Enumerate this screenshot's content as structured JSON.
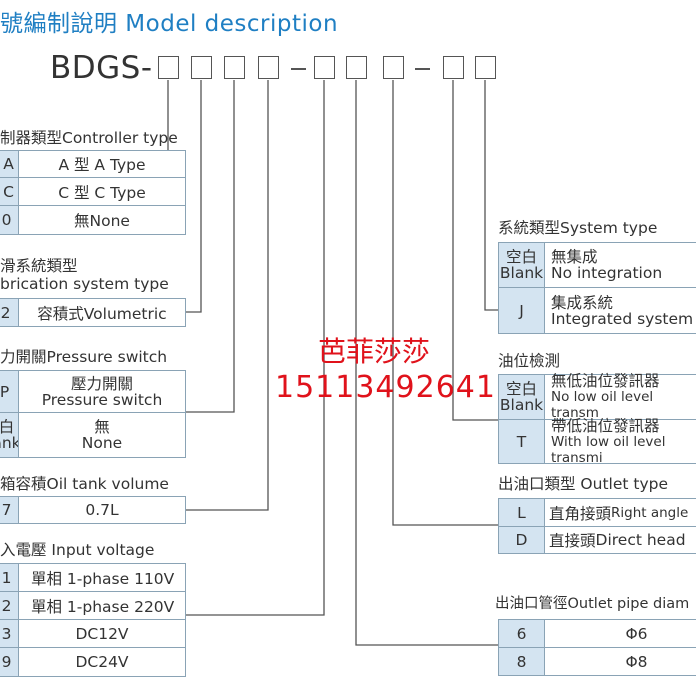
{
  "title": "號編制說明 Model description",
  "model_prefix": "BDGS-",
  "controller": {
    "label": "制器類型Controller type",
    "rows": [
      {
        "code": "A",
        "desc": "A 型 A Type"
      },
      {
        "code": "C",
        "desc": "C 型 C Type"
      },
      {
        "code": "0",
        "desc": "無None"
      }
    ]
  },
  "lubrication": {
    "label_cn": "滑系統類型",
    "label_en": "brication system type",
    "rows": [
      {
        "code": "2",
        "desc": "容積式Volumetric"
      }
    ]
  },
  "pressure": {
    "label": "力開關Pressure switch",
    "rows": [
      {
        "code": "P",
        "desc_cn": "壓力開關",
        "desc_en": "Pressure switch"
      },
      {
        "code_cn": "白",
        "code_en": "ank",
        "desc_cn": "無",
        "desc_en": "None"
      }
    ]
  },
  "tank": {
    "label": "箱容積Oil tank volume",
    "rows": [
      {
        "code": "7",
        "desc": "0.7L"
      }
    ]
  },
  "voltage": {
    "label": "入電壓 Input voltage",
    "rows": [
      {
        "code": "1",
        "desc": "單相 1-phase 110V"
      },
      {
        "code": "2",
        "desc": "單相 1-phase 220V"
      },
      {
        "code": "3",
        "desc": "DC12V"
      },
      {
        "code": "9",
        "desc": "DC24V"
      }
    ]
  },
  "system": {
    "label": "系統類型System type",
    "rows": [
      {
        "code_cn": "空白",
        "code_en": "Blank",
        "desc_cn": "無集成",
        "desc_en": "No integration"
      },
      {
        "code": "J",
        "desc_cn": "集成系統",
        "desc_en": "Integrated system"
      }
    ]
  },
  "oil_level": {
    "label": "油位檢測",
    "rows": [
      {
        "code_cn": "空白",
        "code_en": "Blank",
        "desc_cn": "無低油位發訊器",
        "desc_en": "No low oil level transm"
      },
      {
        "code": "T",
        "desc_cn": "帶低油位發訊器",
        "desc_en": "With low oil level transmi"
      }
    ]
  },
  "outlet": {
    "label": "出油口類型 Outlet type",
    "rows": [
      {
        "code": "L",
        "desc_cn": "直角接頭",
        "desc_en": "Right angle"
      },
      {
        "code": "D",
        "desc_cn": "直接頭",
        "desc_en": "Direct head"
      }
    ]
  },
  "pipe": {
    "label": "出油口管徑Outlet pipe diam",
    "rows": [
      {
        "code": "6",
        "desc": "Φ6"
      },
      {
        "code": "8",
        "desc": "Φ8"
      }
    ]
  },
  "overlay": {
    "name": "芭菲莎莎",
    "phone": "15113492641"
  },
  "colors": {
    "title_blue": "#1f7fc3",
    "code_cell_fill": "#d4e4f1",
    "overlay_red": "#e0121b",
    "line_gray": "#555555"
  }
}
